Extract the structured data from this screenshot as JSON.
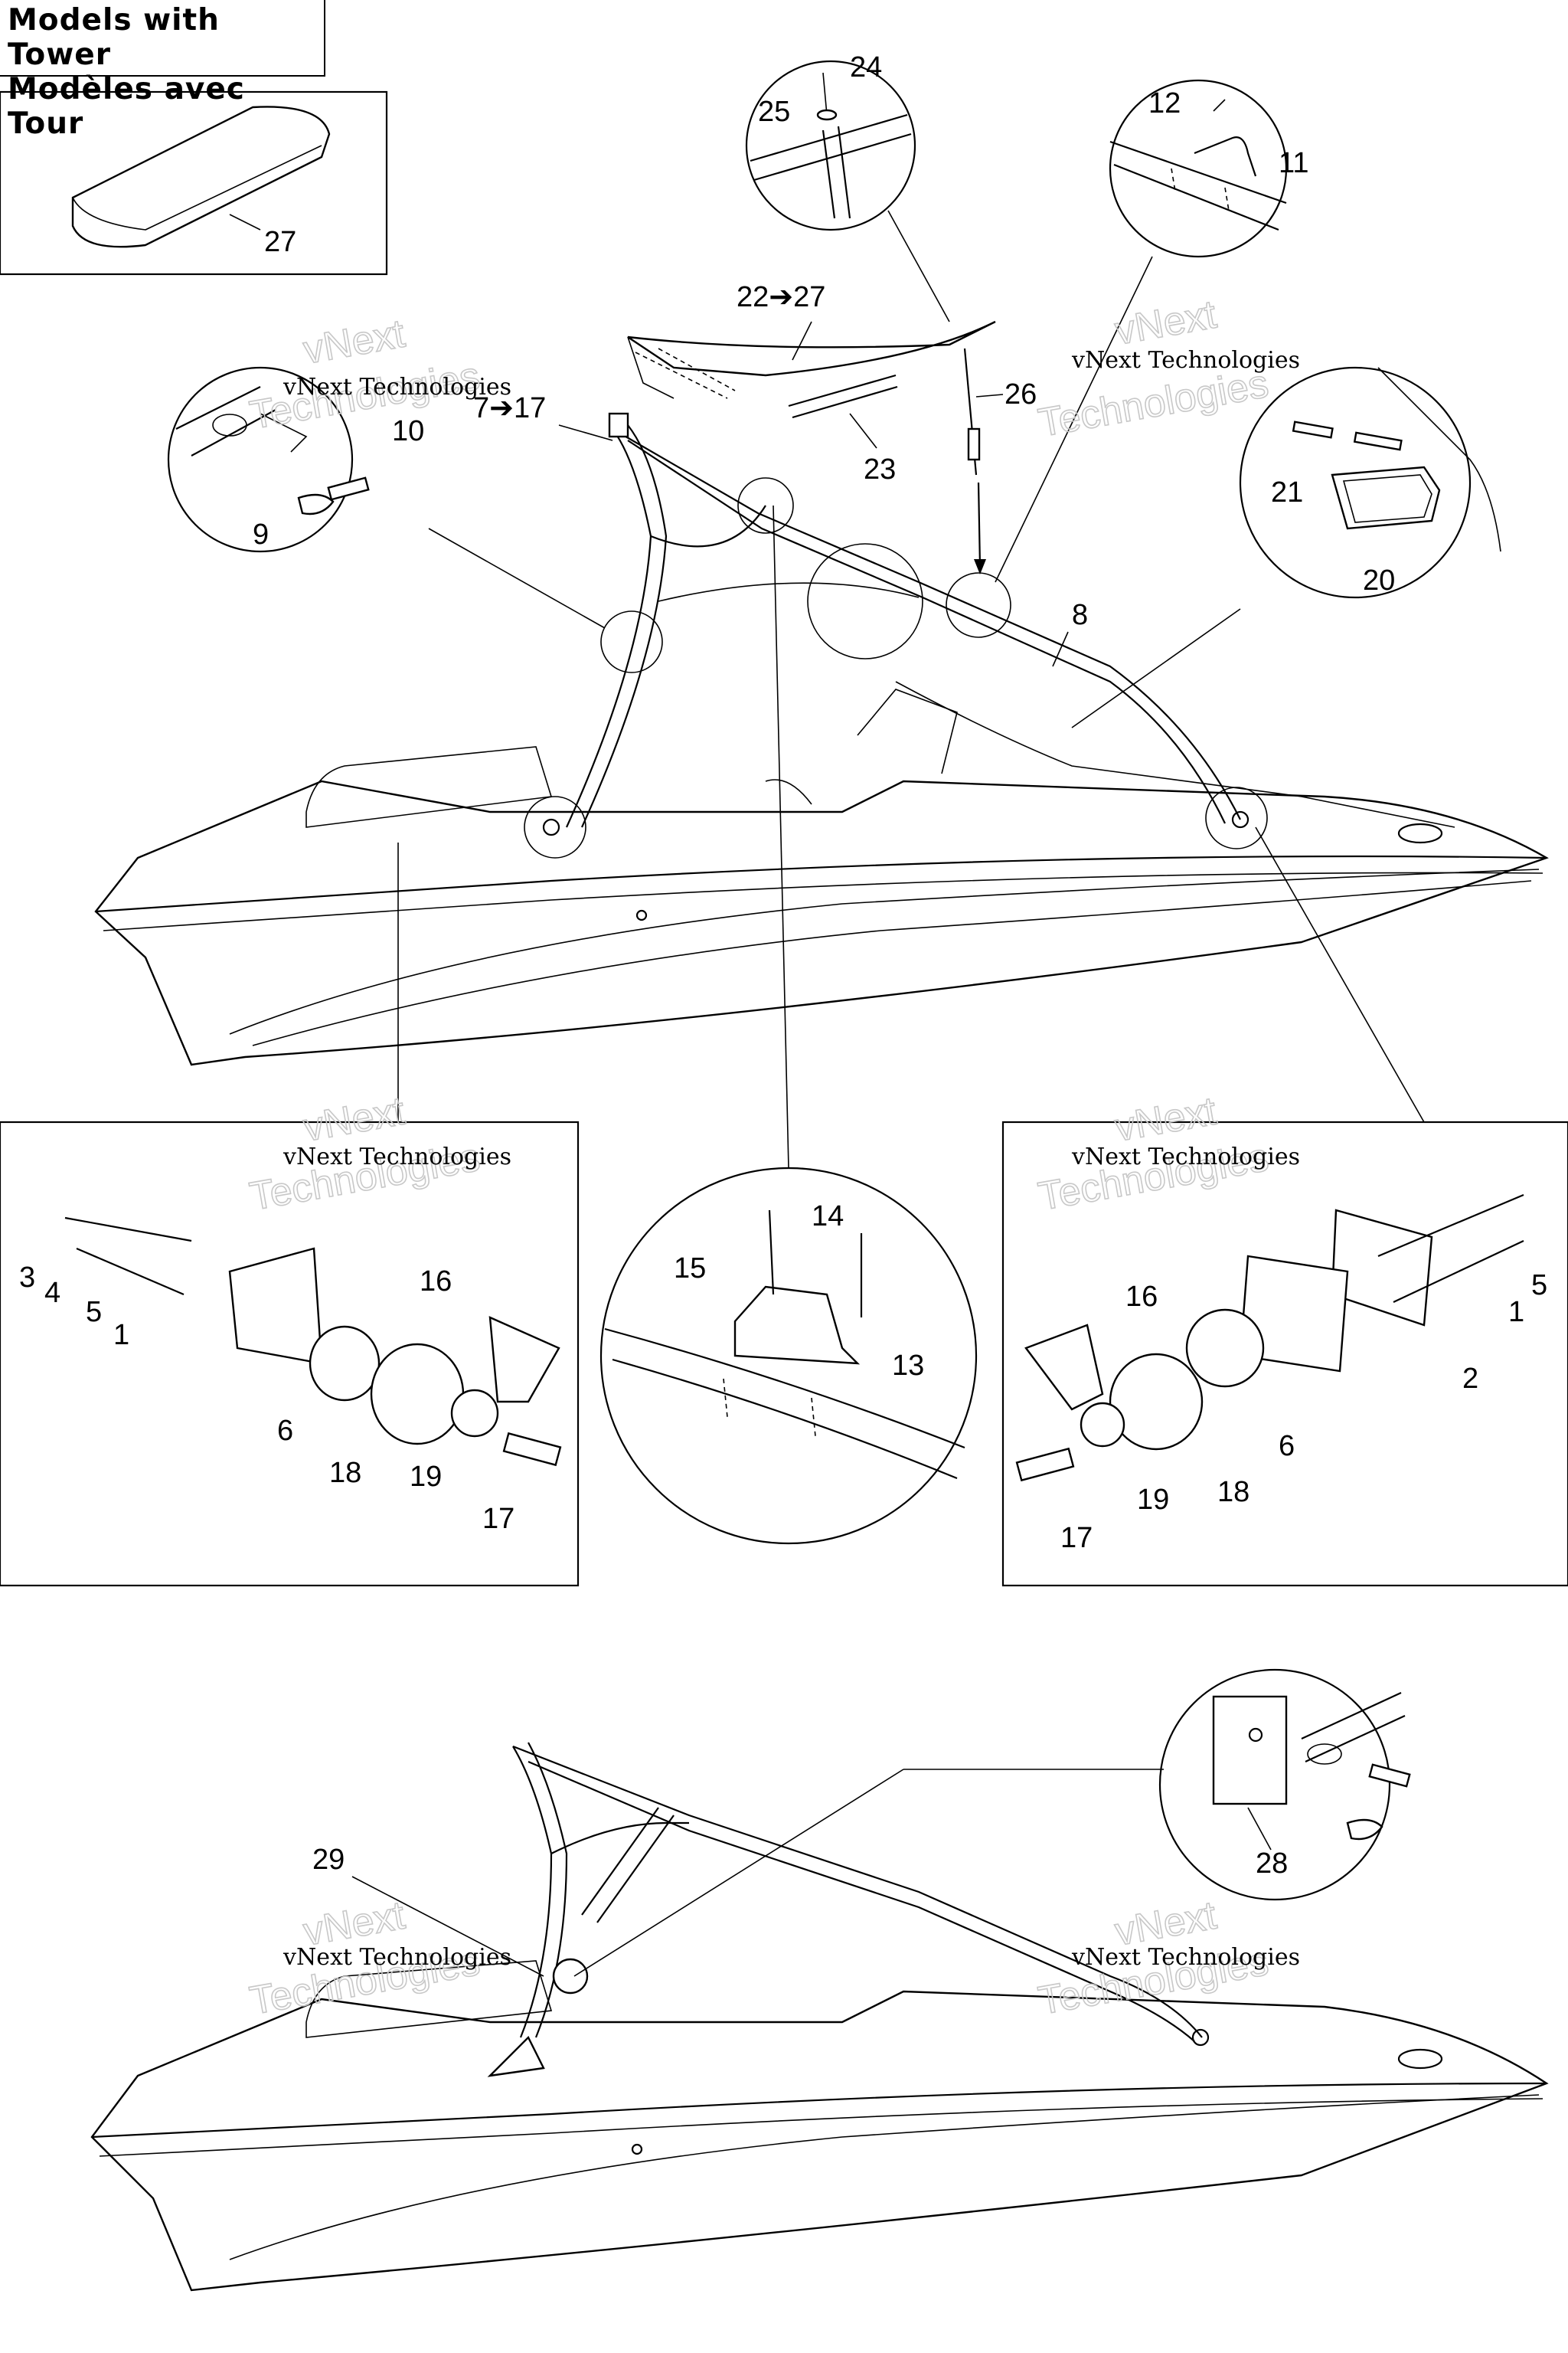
{
  "header": {
    "title_en": "Models with Tower",
    "title_fr": "Modèles avec Tour"
  },
  "watermark": {
    "line1": "vNext Technologies",
    "ghost1": "vNext",
    "ghost2": "Technologies"
  },
  "callouts": {
    "c1a": "1",
    "c1b": "1",
    "c2": "2",
    "c3": "3",
    "c4": "4",
    "c5a": "5",
    "c5b": "5",
    "c6a": "6",
    "c6b": "6",
    "c7": "7➔17",
    "c8": "8",
    "c9": "9",
    "c10": "10",
    "c11": "11",
    "c12": "12",
    "c13": "13",
    "c14": "14",
    "c15": "15",
    "c16a": "16",
    "c16b": "16",
    "c17a": "17",
    "c17b": "17",
    "c18a": "18",
    "c18b": "18",
    "c19a": "19",
    "c19b": "19",
    "c20": "20",
    "c21": "21",
    "c22": "22➔27",
    "c23": "23",
    "c24": "24",
    "c25": "25",
    "c26": "26",
    "c27": "27",
    "c28": "28",
    "c29": "29"
  },
  "colors": {
    "ink": "#000000",
    "paper": "#ffffff",
    "watermark_ghost": "#c8c8c8"
  }
}
